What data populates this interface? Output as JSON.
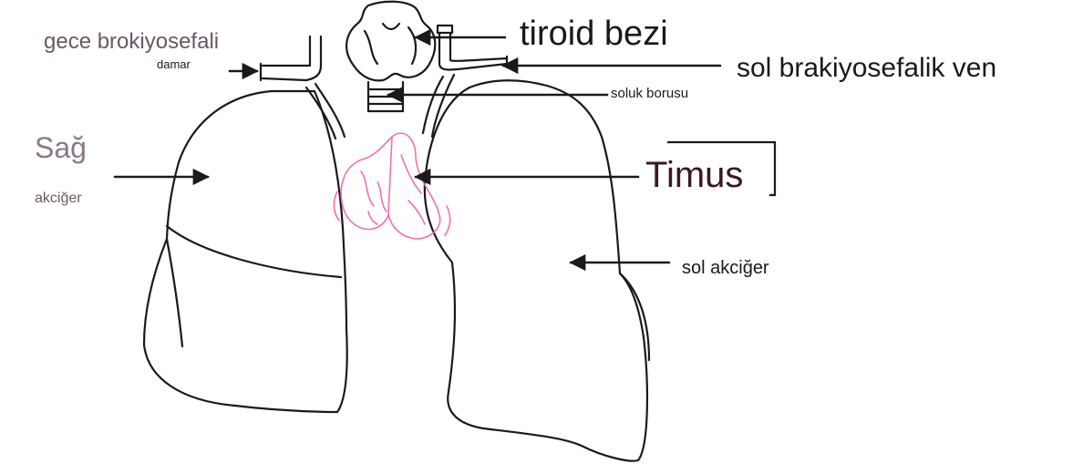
{
  "labels": {
    "right_brachiocephalic_line1": "gece brokiyosefali",
    "right_brachiocephalic_line2": "damar",
    "thyroid": "tiroid bezi",
    "left_brachiocephalic": "sol brakiyosefalik ven",
    "trachea": "soluk borusu",
    "right_lung_line1": "Sağ",
    "right_lung_line2": "akciğer",
    "thymus": "Timus",
    "left_lung": "sol akciğer"
  },
  "colors": {
    "outline": "#1a1a1a",
    "thymus": "#f06fb4",
    "muted_label": "#6b5766",
    "thymus_label": "#3a1822"
  }
}
